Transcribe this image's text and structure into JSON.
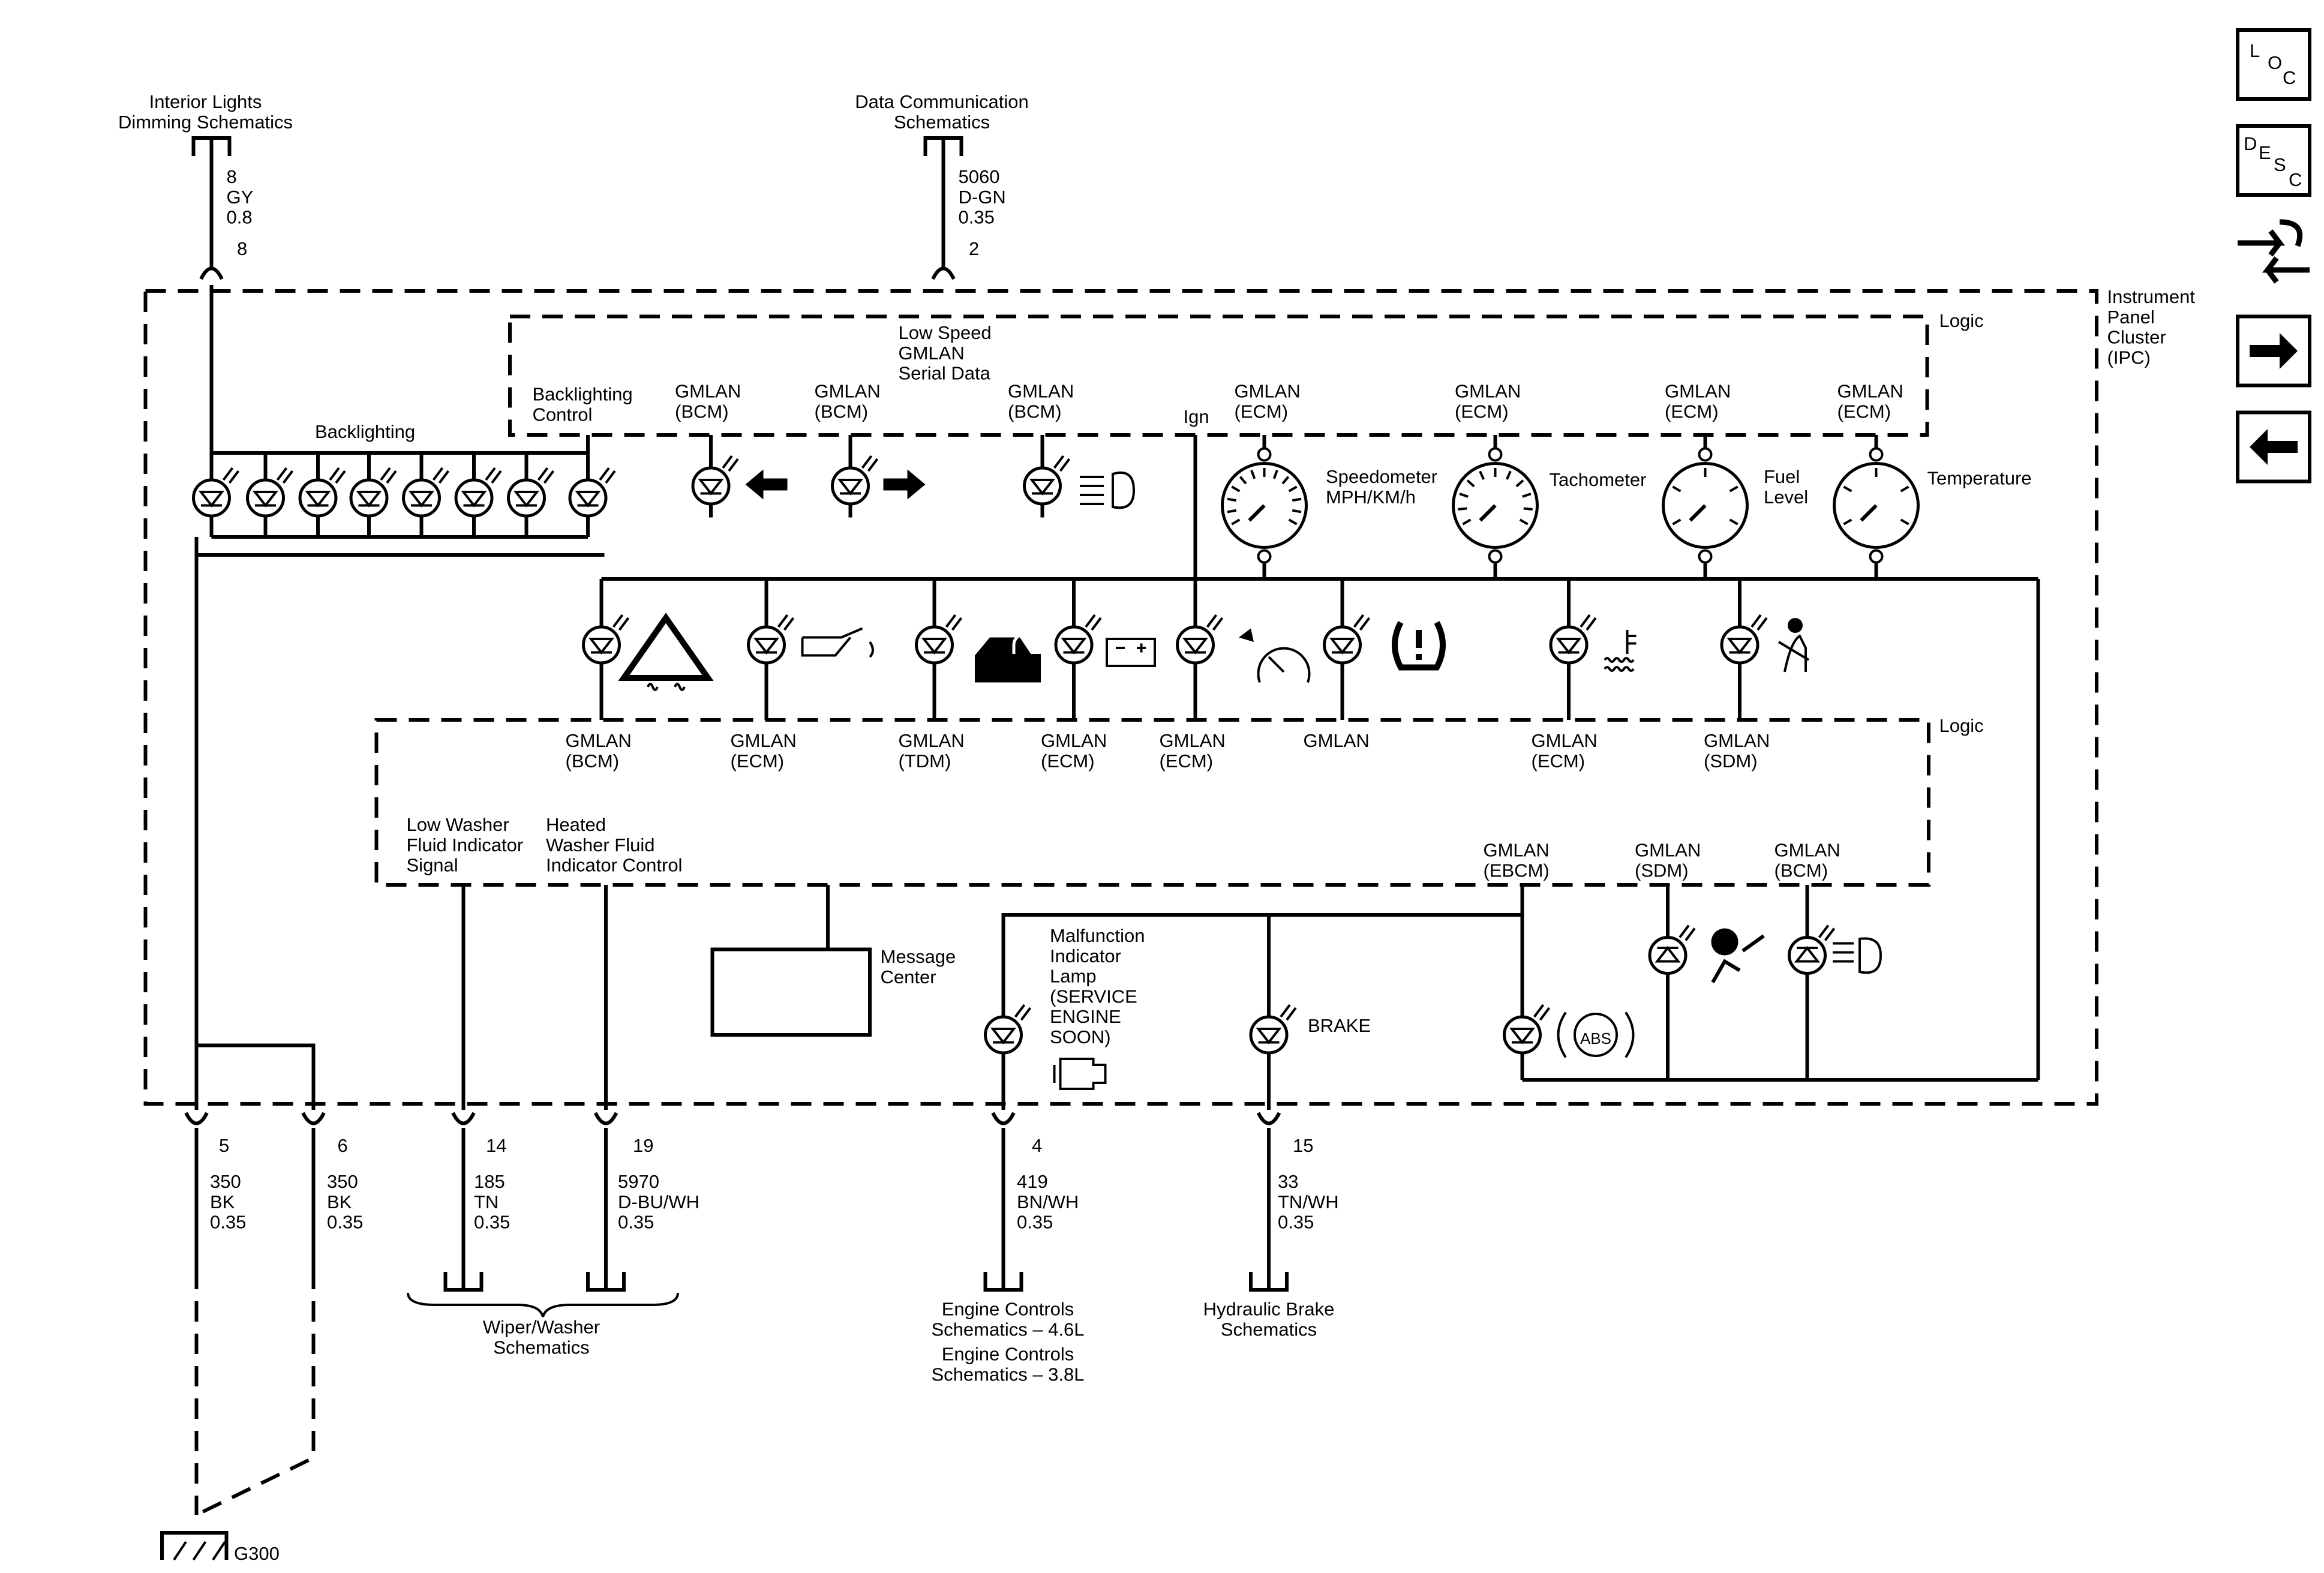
{
  "external": {
    "interior_lights": [
      "Interior Lights",
      "Dimming Schematics"
    ],
    "data_comm": [
      "Data Communication",
      "Schematics"
    ],
    "wiper_washer": [
      "Wiper/Washer",
      "Schematics"
    ],
    "engine_controls_1": [
      "Engine Controls",
      "Schematics – 4.6L"
    ],
    "engine_controls_2": [
      "Engine Controls",
      "Schematics – 3.8L"
    ],
    "hydraulic_brake": [
      "Hydraulic Brake",
      "Schematics"
    ],
    "ground": "G300"
  },
  "module": {
    "name": [
      "Instrument",
      "Panel",
      "Cluster",
      "(IPC)"
    ],
    "logic": "Logic",
    "logic2": "Logic",
    "low_speed": [
      "Low Speed",
      "GMLAN",
      "Serial Data"
    ],
    "backlighting": "Backlighting",
    "backlighting_control": [
      "Backlighting",
      "Control"
    ],
    "ign": "Ign",
    "low_washer": [
      "Low Washer",
      "Fluid Indicator",
      "Signal"
    ],
    "heated_washer": [
      "Heated",
      "Washer Fluid",
      "Indicator Control"
    ],
    "message_center": [
      "Message",
      "Center"
    ],
    "mil": [
      "Malfunction",
      "Indicator",
      "Lamp",
      "(SERVICE",
      "ENGINE",
      "SOON)"
    ],
    "brake": "BRAKE",
    "abs": "ABS"
  },
  "gmlan_labels": {
    "top": [
      [
        "GMLAN",
        "(BCM)"
      ],
      [
        "GMLAN",
        "(BCM)"
      ],
      [
        "GMLAN",
        "(BCM)"
      ],
      [
        "GMLAN",
        "(ECM)"
      ],
      [
        "GMLAN",
        "(ECM)"
      ],
      [
        "GMLAN",
        "(ECM)"
      ],
      [
        "GMLAN",
        "(ECM)"
      ]
    ],
    "mid": [
      [
        "GMLAN",
        "(BCM)"
      ],
      [
        "GMLAN",
        "(ECM)"
      ],
      [
        "GMLAN",
        "(TDM)"
      ],
      [
        "GMLAN",
        "(ECM)"
      ],
      [
        "GMLAN",
        "(ECM)"
      ],
      [
        "GMLAN",
        ""
      ],
      [
        "GMLAN",
        "(ECM)"
      ],
      [
        "GMLAN",
        "(SDM)"
      ]
    ],
    "bottom": [
      [
        "GMLAN",
        "(EBCM)"
      ],
      [
        "GMLAN",
        "(SDM)"
      ],
      [
        "GMLAN",
        "(BCM)"
      ]
    ]
  },
  "gauges": {
    "speedometer": [
      "Speedometer",
      "MPH/KM/h"
    ],
    "tachometer": "Tachometer",
    "fuel": [
      "Fuel",
      "Level"
    ],
    "temperature": "Temperature"
  },
  "connectors": {
    "top_left": {
      "pin": "8",
      "circuit": "8",
      "color": "GY",
      "size": "0.8"
    },
    "top_mid": {
      "pin": "2",
      "circuit": "5060",
      "color": "D-GN",
      "size": "0.35"
    },
    "p5": {
      "pin": "5",
      "circuit": "350",
      "color": "BK",
      "size": "0.35"
    },
    "p6": {
      "pin": "6",
      "circuit": "350",
      "color": "BK",
      "size": "0.35"
    },
    "p14": {
      "pin": "14",
      "circuit": "185",
      "color": "TN",
      "size": "0.35"
    },
    "p19": {
      "pin": "19",
      "circuit": "5970",
      "color": "D-BU/WH",
      "size": "0.35"
    },
    "p4": {
      "pin": "4",
      "circuit": "419",
      "color": "BN/WH",
      "size": "0.35"
    },
    "p15": {
      "pin": "15",
      "circuit": "33",
      "color": "TN/WH",
      "size": "0.35"
    }
  },
  "nav": {
    "loc": [
      "L",
      "O",
      "C"
    ],
    "desc": [
      "D",
      "E",
      "S",
      "C"
    ]
  }
}
